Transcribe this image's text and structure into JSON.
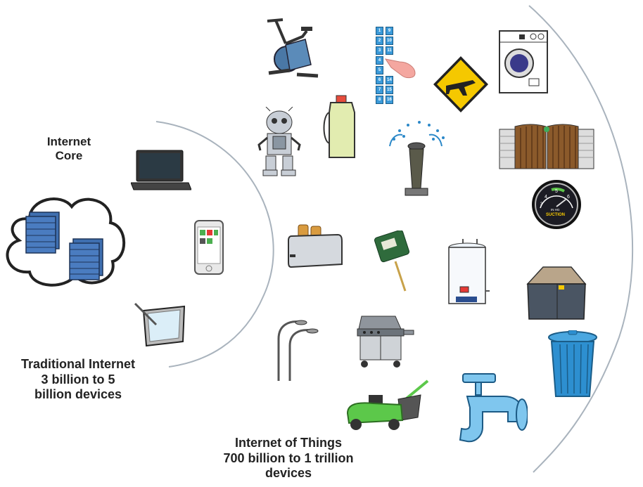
{
  "core_label": {
    "line1": "Internet",
    "line2": "Core"
  },
  "traditional_label": {
    "line1": "Traditional Internet",
    "line2": "3 billion to 5",
    "line3": "billion devices"
  },
  "iot_label": {
    "line1": "Internet of Things",
    "line2": "700 billion to 1 trillion",
    "line3": "devices"
  },
  "keypad_numbers": {
    "k1": "1",
    "k2": "2",
    "k3": "3",
    "k4": "4",
    "k5": "5",
    "k6": "6",
    "k7": "7",
    "k8": "8",
    "k9": "9",
    "k10": "10",
    "k11": "11",
    "k14": "14",
    "k15": "15",
    "k16": "16"
  },
  "gauge": {
    "d3": "3",
    "d4": "4",
    "d5": "5",
    "d6": "6",
    "unit": "IN HG",
    "word": "SUCTION"
  },
  "colors": {
    "arc": "#a9b3bd",
    "server_blue": "#3f6fb0",
    "phone_green": "#4caf50",
    "mower_green": "#5cc84a",
    "faucet_blue": "#7fc6ee",
    "bin_blue": "#2d8fd0",
    "shed": "#4a5563"
  }
}
